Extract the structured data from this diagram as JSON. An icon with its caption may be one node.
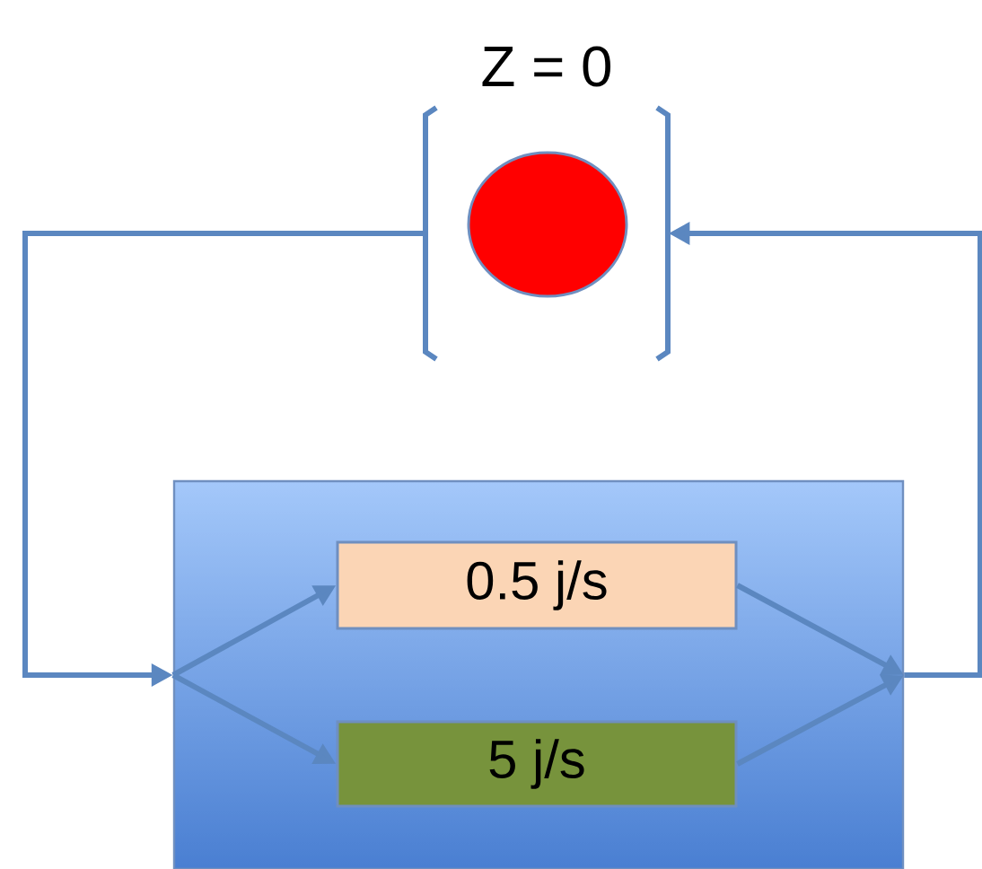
{
  "diagram": {
    "nodes": [
      {
        "text": [],
        "shape": "picture",
        "beside": [
          "Z = 0"
        ]
      },
      {
        "text": [],
        "shape": "box"
      },
      {
        "text": [
          "0.5 j/s"
        ],
        "in": 1
      },
      {
        "text": [
          "5 j/s"
        ],
        "in": 1
      }
    ],
    "edges": [
      {
        "from": 0,
        "to": 1,
        "arrow": "to"
      },
      {
        "from": 1,
        "to": 2,
        "arrow": "to"
      },
      {
        "from": 1,
        "to": 3,
        "arrow": "to"
      },
      {
        "from": 2,
        "to": 1,
        "arrow": "to"
      },
      {
        "from": 3,
        "to": 1,
        "arrow": "to"
      },
      {
        "from": 1,
        "to": 0,
        "arrow": "to"
      }
    ]
  }
}
